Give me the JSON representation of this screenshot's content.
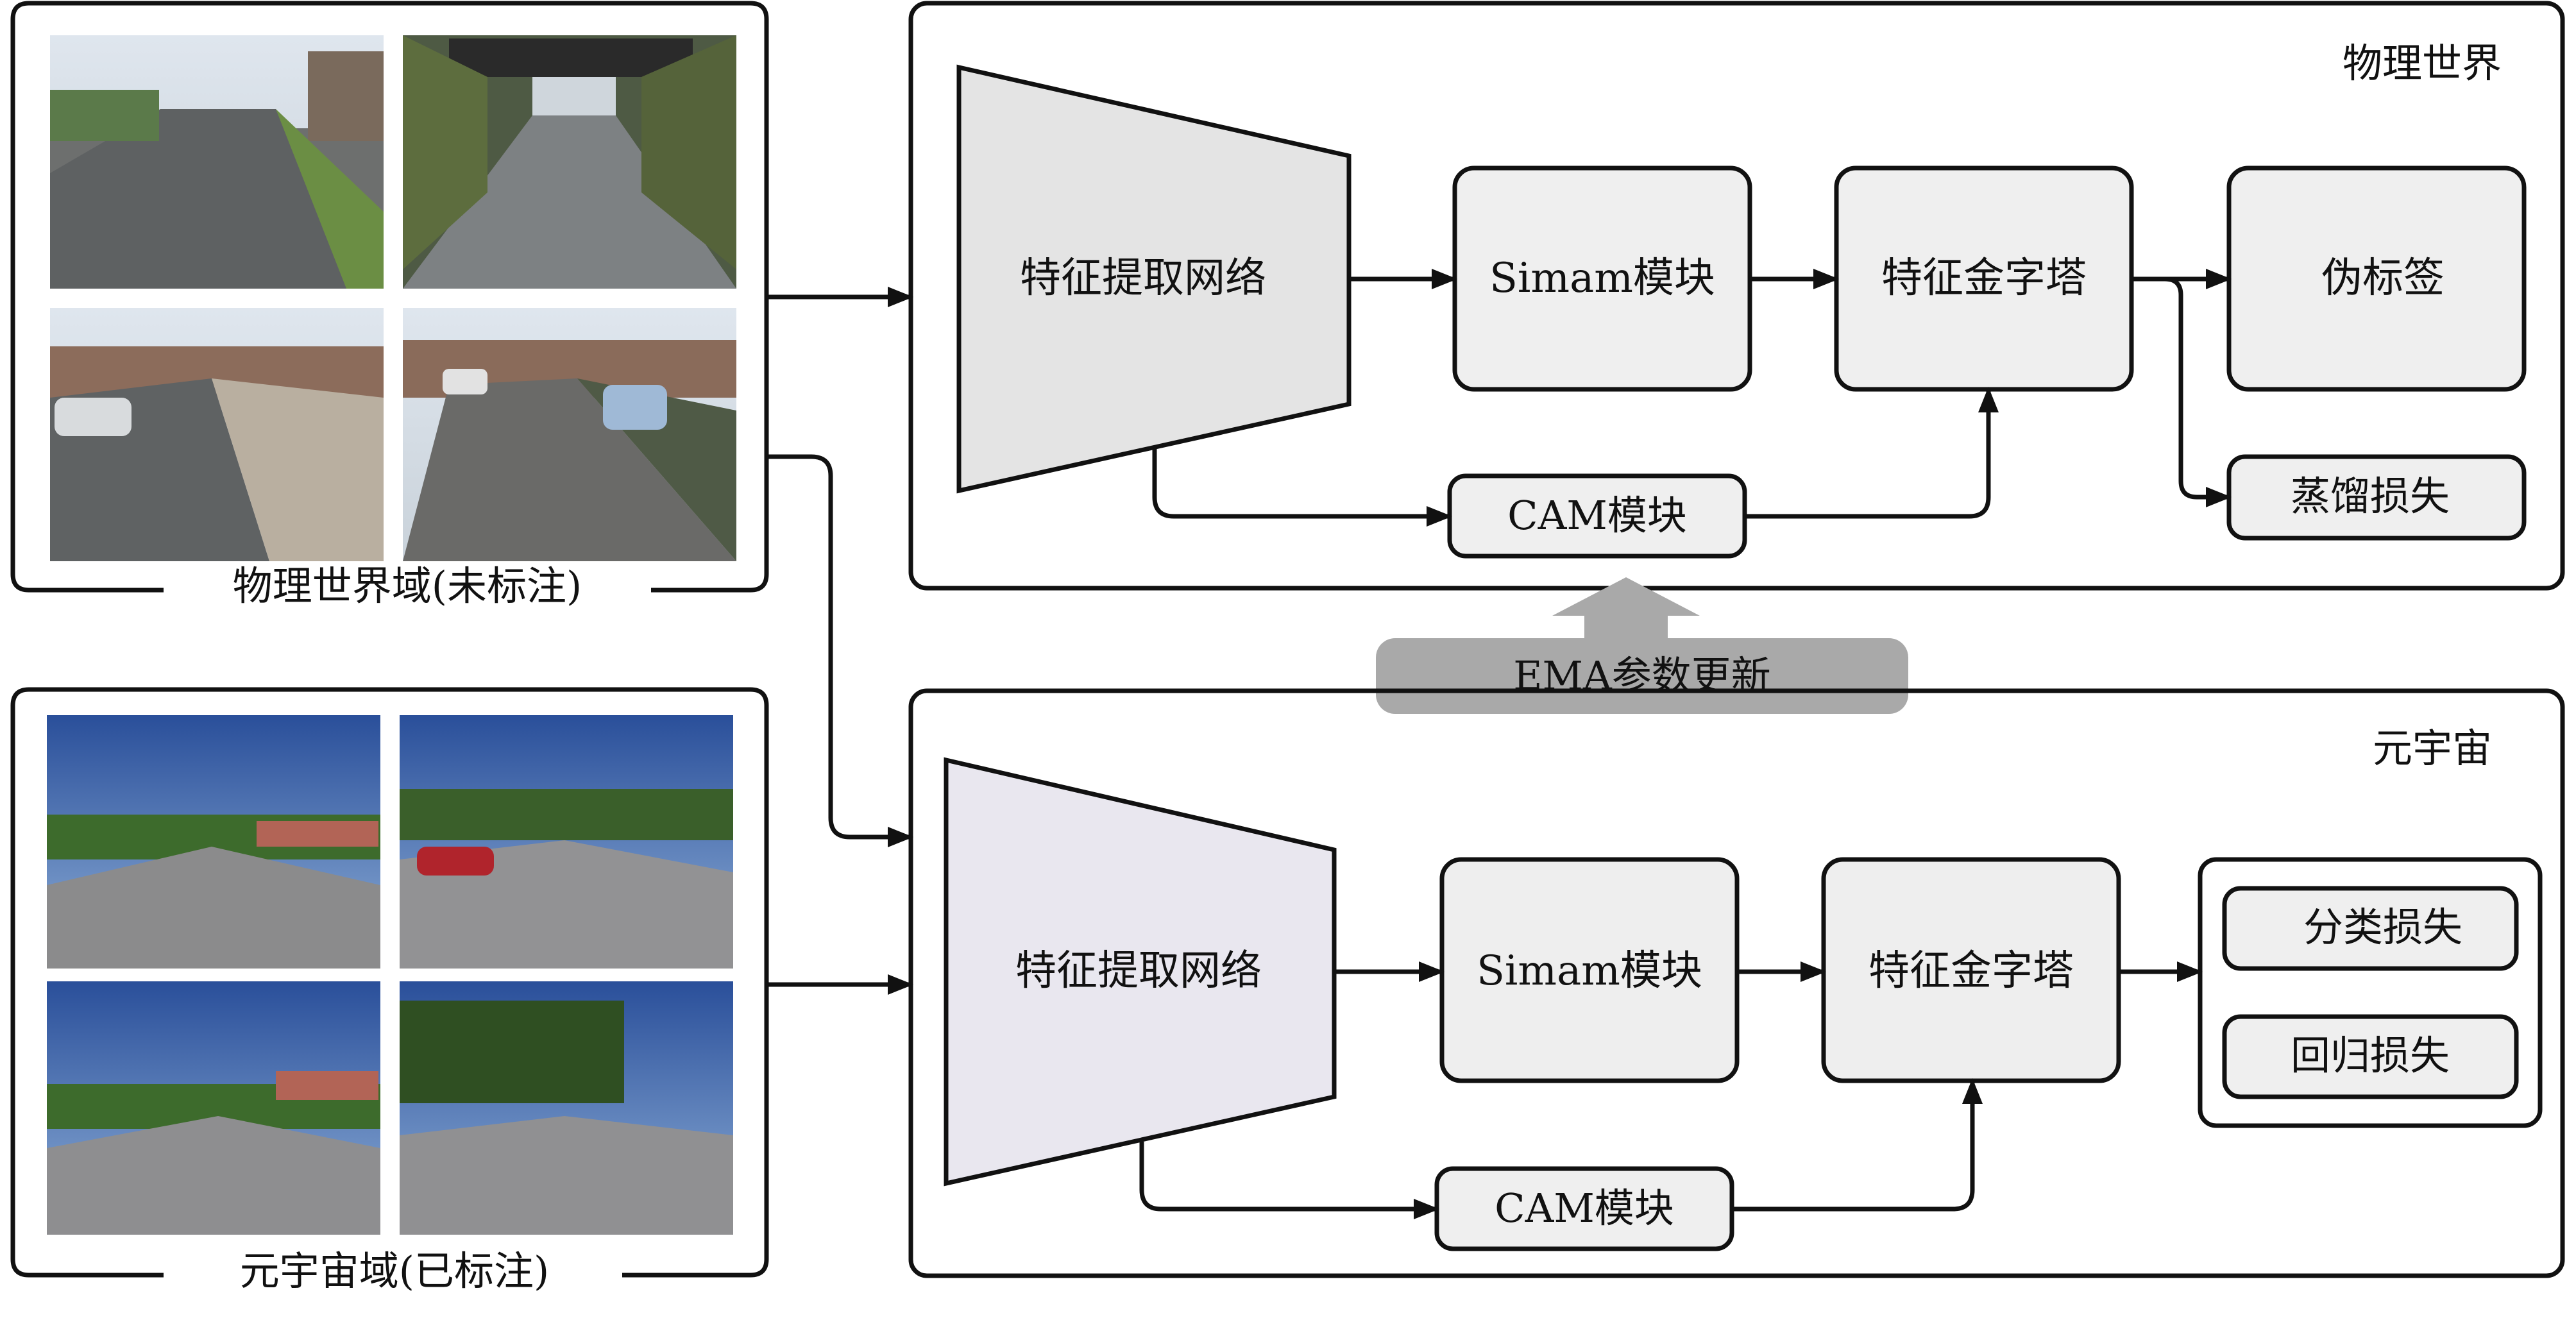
{
  "physical": {
    "panel_label": "物理世界",
    "images_label": "物理世界域(未标注)",
    "feature_extractor": "特征提取网络",
    "simam": "Simam模块",
    "pyramid": "特征金字塔",
    "cam": "CAM模块",
    "pseudo_label": "伪标签",
    "distill_loss": "蒸馏损失"
  },
  "metaverse": {
    "panel_label": "元宇宙",
    "images_label": "元宇宙域(已标注)",
    "feature_extractor": "特征提取网络",
    "simam": "Simam模块",
    "pyramid": "特征金字塔",
    "cam": "CAM模块",
    "cls_loss": "分类损失",
    "reg_loss": "回归损失"
  },
  "ema": {
    "label": "EMA参数更新"
  },
  "colors": {
    "box_fill": "#efefef",
    "trapezoid_fill_physical": "#e4e4e4",
    "trapezoid_fill_metaverse": "#e9e7ef",
    "ema_fill": "#a9a9a9",
    "stroke": "#111111"
  }
}
